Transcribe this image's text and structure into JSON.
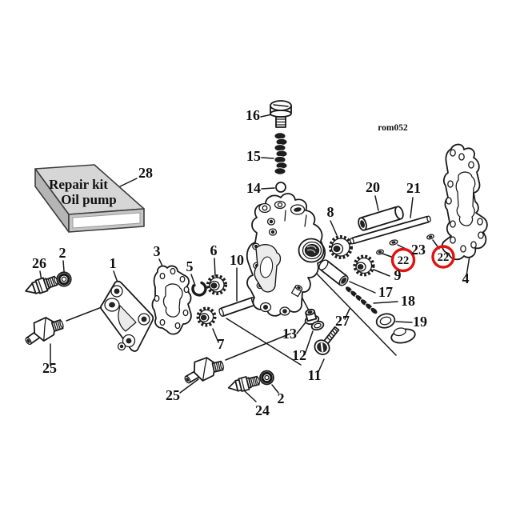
{
  "diagram": {
    "ref_code": "rom052",
    "kit_box": {
      "line1": "Repair kit",
      "line2": "Oil pump"
    },
    "colors": {
      "highlight": "#e01212",
      "ink": "#1a1a1a",
      "box_top": "#d6d6d6",
      "box_side": "#b5b5b5",
      "box_front": "#c6c6c6"
    },
    "part_labels": [
      {
        "part": "16"
      },
      {
        "part": "15"
      },
      {
        "part": "14"
      },
      {
        "part": "28"
      },
      {
        "part": "20"
      },
      {
        "part": "21"
      },
      {
        "part": "8"
      },
      {
        "part": "23"
      },
      {
        "part": "4"
      },
      {
        "part": "26"
      },
      {
        "part": "2"
      },
      {
        "part": "1"
      },
      {
        "part": "3"
      },
      {
        "part": "5"
      },
      {
        "part": "6"
      },
      {
        "part": "10"
      },
      {
        "part": "9"
      },
      {
        "part": "17"
      },
      {
        "part": "18"
      },
      {
        "part": "27"
      },
      {
        "part": "19"
      },
      {
        "part": "13"
      },
      {
        "part": "12"
      },
      {
        "part": "11"
      },
      {
        "part": "7"
      },
      {
        "part": "25"
      },
      {
        "part": "25"
      },
      {
        "part": "24"
      },
      {
        "part": "2"
      }
    ],
    "highlighted_labels": [
      {
        "part": "22"
      },
      {
        "part": "22"
      }
    ]
  }
}
